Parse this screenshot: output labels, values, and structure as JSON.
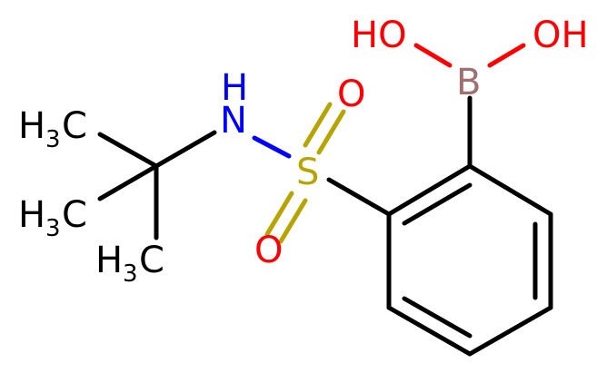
{
  "molecule": {
    "colors": {
      "carbon": "#000000",
      "oxygen": "#ff0000",
      "nitrogen": "#0000ff",
      "sulfur": "#b8a400",
      "boron": "#a07070",
      "background": "#ffffff"
    },
    "labels": {
      "oh_left": "HO",
      "oh_right": "OH",
      "boron": "B",
      "oxygen_top": "O",
      "oxygen_bottom": "O",
      "sulfur": "S",
      "nitrogen": "N",
      "nitrogen_h": "H",
      "methyl_top_h": "H",
      "methyl_top_sub": "3",
      "methyl_top_c": "C",
      "methyl_mid_h": "H",
      "methyl_mid_sub": "3",
      "methyl_mid_c": "C",
      "methyl_bot_h": "H",
      "methyl_bot_sub": "3",
      "methyl_bot_c": "C"
    }
  }
}
